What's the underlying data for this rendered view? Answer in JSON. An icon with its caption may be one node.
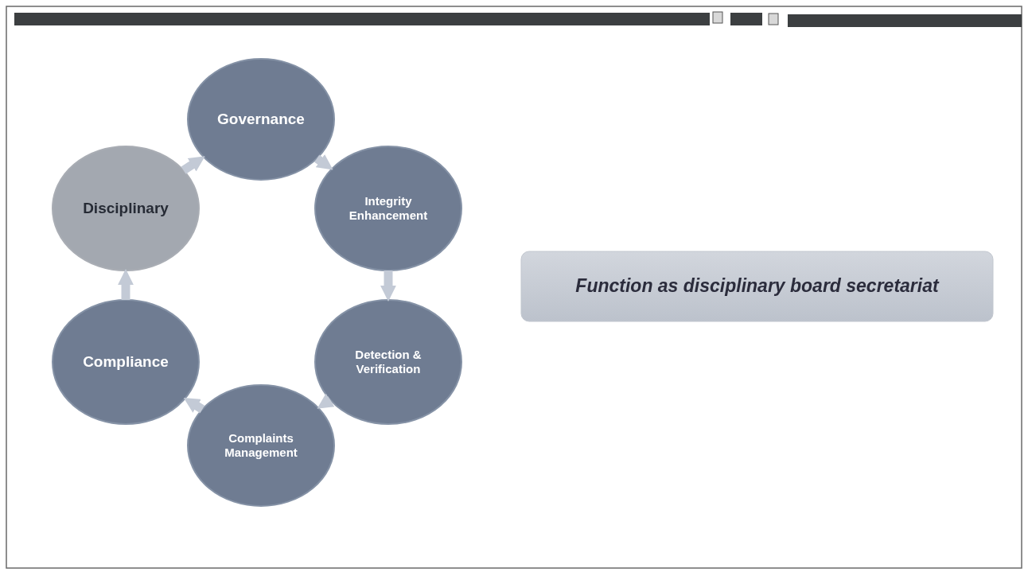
{
  "diagram": {
    "nodes": [
      {
        "text": [
          "Governance"
        ]
      },
      {
        "text": [
          "Disciplinary"
        ]
      },
      {
        "text": [
          "Integrity Enhancement"
        ]
      },
      {
        "text": [
          "Function as disciplinary board secretariat"
        ]
      },
      {
        "text": [
          "Compliance"
        ]
      },
      {
        "text": [
          "Detection & Verification"
        ]
      },
      {
        "text": [
          "Complaints Management"
        ]
      }
    ],
    "edges": [
      {
        "from": 0,
        "to": 2,
        "arrow": "to"
      },
      {
        "from": 2,
        "to": 5,
        "arrow": "to"
      },
      {
        "from": 5,
        "to": 6,
        "arrow": "to"
      },
      {
        "from": 6,
        "to": 4,
        "arrow": "to"
      },
      {
        "from": 4,
        "to": 1,
        "arrow": "to"
      },
      {
        "from": 1,
        "to": 0,
        "arrow": "to"
      }
    ]
  }
}
